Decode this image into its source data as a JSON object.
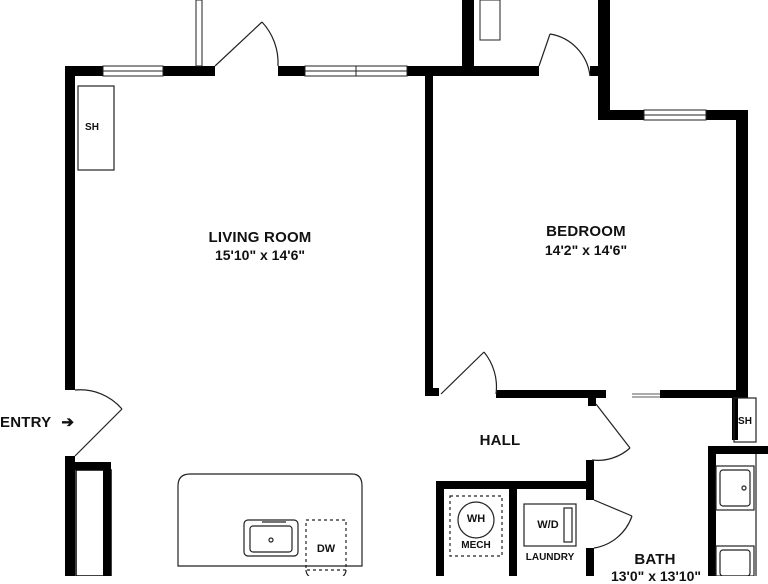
{
  "rooms": {
    "living": {
      "name": "LIVING ROOM",
      "dims": "15'10\" x 14'6\""
    },
    "bedroom": {
      "name": "BEDROOM",
      "dims": "14'2\" x 14'6\""
    },
    "hall": {
      "name": "HALL"
    },
    "bath": {
      "name": "BATH",
      "dims": "13'0\" x 13'10\""
    },
    "entry": {
      "name": "ENTRY",
      "arrow": "➔"
    }
  },
  "fixtures": {
    "shelf_left": "SH",
    "shelf_right": "SH",
    "water_heater": "WH",
    "mechanical": "MECH",
    "washer_dryer": "W/D",
    "laundry": "LAUNDRY",
    "dishwasher": "DW"
  },
  "colors": {
    "wall": "#000000",
    "line": "#222222",
    "background": "#ffffff"
  }
}
